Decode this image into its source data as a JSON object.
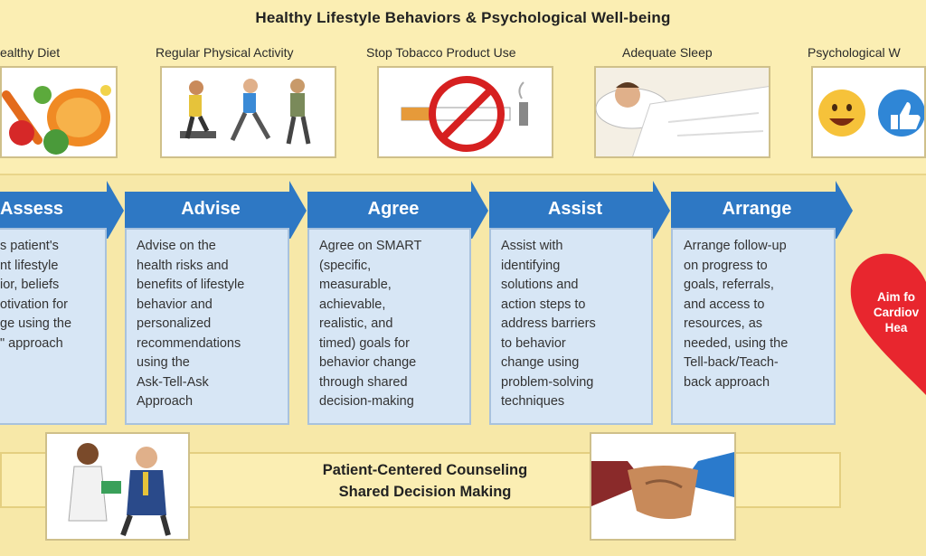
{
  "title": "Healthy Lifestyle Behaviors & Psychological Well-being",
  "categories": [
    {
      "label": "ealthy Diet",
      "icon": "fruits-vegetables-icon"
    },
    {
      "label": "Regular Physical Activity",
      "icon": "exercise-people-icon"
    },
    {
      "label": "Stop Tobacco Product Use",
      "icon": "no-smoking-icon"
    },
    {
      "label": "Adequate Sleep",
      "icon": "sleeping-person-icon"
    },
    {
      "label": "Psychological W",
      "icon": "emoji-thumbs-up-icon"
    }
  ],
  "steps": [
    {
      "title": "Assess",
      "lines": [
        "s patient's",
        "nt lifestyle",
        "ior, beliefs",
        "otivation for",
        "ge using the",
        "\" approach"
      ]
    },
    {
      "title": "Advise",
      "lines": [
        "Advise on the",
        "health risks and",
        "benefits of lifestyle",
        "behavior and",
        "personalized",
        "recommendations",
        "using the",
        "Ask-Tell-Ask",
        "Approach"
      ]
    },
    {
      "title": "Agree",
      "lines": [
        "Agree on SMART",
        "(specific,",
        "measurable,",
        "achievable,",
        "realistic, and",
        "timed) goals for",
        "behavior change",
        "through shared",
        "decision-making"
      ]
    },
    {
      "title": "Assist",
      "lines": [
        "Assist with",
        "identifying",
        "solutions and",
        "action steps to",
        "address barriers",
        "to behavior",
        "change using",
        "problem-solving",
        "techniques"
      ]
    },
    {
      "title": "Arrange",
      "lines": [
        "Arrange follow-up",
        "on progress to",
        "goals, referrals,",
        "and access to",
        "resources, as",
        "needed, using the",
        "Tell-back/Teach-",
        "back approach"
      ]
    }
  ],
  "bottom": {
    "line1": "Patient-Centered Counseling",
    "line2": "Shared Decision Making"
  },
  "heart": {
    "lines": [
      "Aim fo",
      "Cardiov",
      "Hea"
    ]
  },
  "colors": {
    "arrow": "#2e78c4",
    "box": "#d7e6f5",
    "heart": "#e8262e",
    "band": "#fbeeb3"
  }
}
